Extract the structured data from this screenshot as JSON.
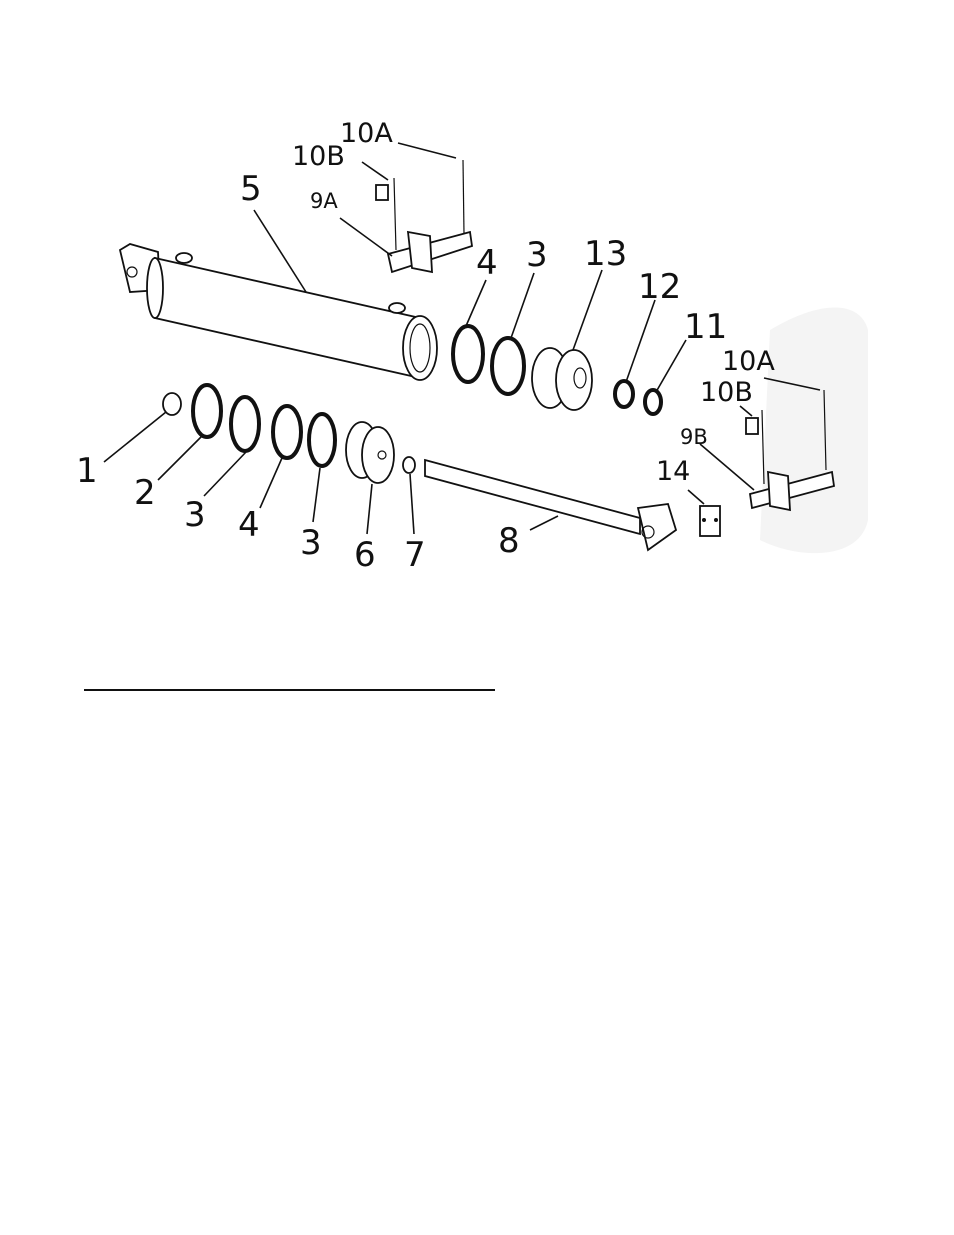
{
  "labels": {
    "p1": "1",
    "p2": "2",
    "p3a": "3",
    "p3b": "3",
    "p3c": "3",
    "p4a": "4",
    "p4b": "4",
    "p5": "5",
    "p6": "6",
    "p7": "7",
    "p8": "8",
    "p9a": "9A",
    "p9b": "9B",
    "p10a_top": "10A",
    "p10b_top": "10B",
    "p10a_right": "10A",
    "p10b_right": "10B",
    "p11": "11",
    "p12": "12",
    "p13": "13",
    "p14": "14"
  }
}
